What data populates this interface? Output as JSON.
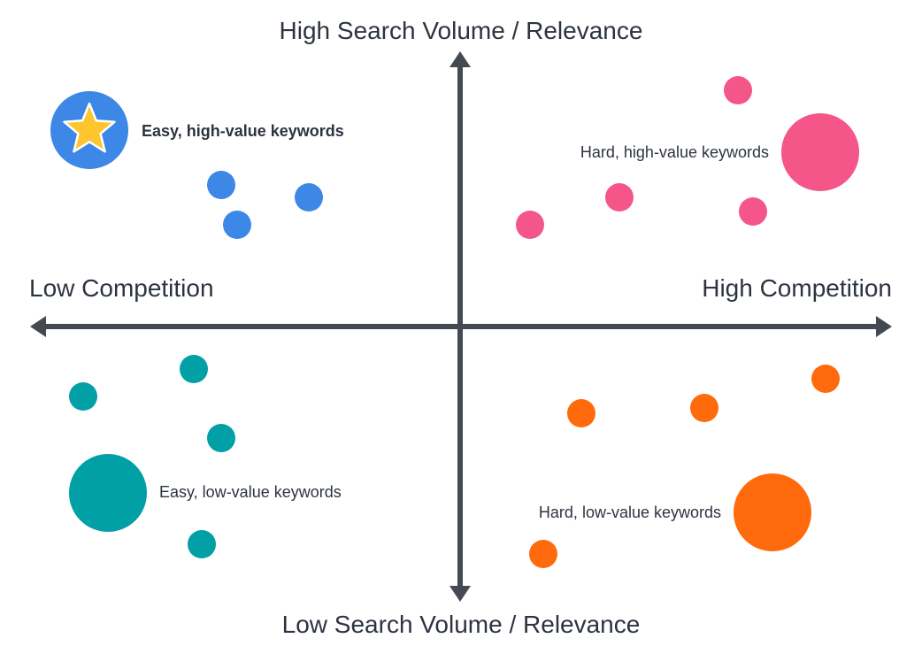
{
  "axes": {
    "top_label": "High Search Volume / Relevance",
    "bottom_label": "Low Search Volume / Relevance",
    "left_label": "Low Competition",
    "right_label": "High Competition",
    "axis_color": "#454a52"
  },
  "quadrants": {
    "top_left": {
      "label": "Easy, high-value keywords",
      "color": "#3d87e6",
      "marker": "star-icon",
      "star_color": "#fdc52e"
    },
    "top_right": {
      "label": "Hard, high-value keywords",
      "color": "#f5568a"
    },
    "bottom_left": {
      "label": "Easy, low-value keywords",
      "color": "#00a0a6"
    },
    "bottom_right": {
      "label": "Hard, low-value keywords",
      "color": "#ff6a0d"
    }
  }
}
